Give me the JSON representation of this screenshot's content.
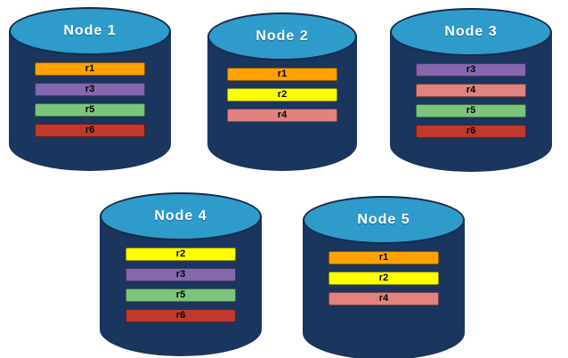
{
  "palette": {
    "cylinder_body": "#1A355E",
    "cylinder_top": "#2E9BCB",
    "r1_orange": "#FFA200",
    "r2_yellow": "#FFFF00",
    "r3_purple": "#8467AD",
    "r4_salmon": "#E0837E",
    "r5_green": "#7CC47C",
    "r6_red": "#C0392B"
  },
  "nodes": [
    {
      "label": "Node 1",
      "replicas": [
        {
          "label": "r1",
          "color": "#FFA200"
        },
        {
          "label": "r3",
          "color": "#8467AD"
        },
        {
          "label": "r5",
          "color": "#7CC47C"
        },
        {
          "label": "r6",
          "color": "#C0392B"
        }
      ]
    },
    {
      "label": "Node 2",
      "replicas": [
        {
          "label": "r1",
          "color": "#FFA200"
        },
        {
          "label": "r2",
          "color": "#FFFF00"
        },
        {
          "label": "r4",
          "color": "#E0837E"
        }
      ]
    },
    {
      "label": "Node 3",
      "replicas": [
        {
          "label": "r3",
          "color": "#8467AD"
        },
        {
          "label": "r4",
          "color": "#E0837E"
        },
        {
          "label": "r5",
          "color": "#7CC47C"
        },
        {
          "label": "r6",
          "color": "#C0392B"
        }
      ]
    },
    {
      "label": "Node 4",
      "replicas": [
        {
          "label": "r2",
          "color": "#FFFF00"
        },
        {
          "label": "r3",
          "color": "#8467AD"
        },
        {
          "label": "r5",
          "color": "#7CC47C"
        },
        {
          "label": "r6",
          "color": "#C0392B"
        }
      ]
    },
    {
      "label": "Node 5",
      "replicas": [
        {
          "label": "r1",
          "color": "#FFA200"
        },
        {
          "label": "r2",
          "color": "#FFFF00"
        },
        {
          "label": "r4",
          "color": "#E0837E"
        }
      ]
    }
  ]
}
